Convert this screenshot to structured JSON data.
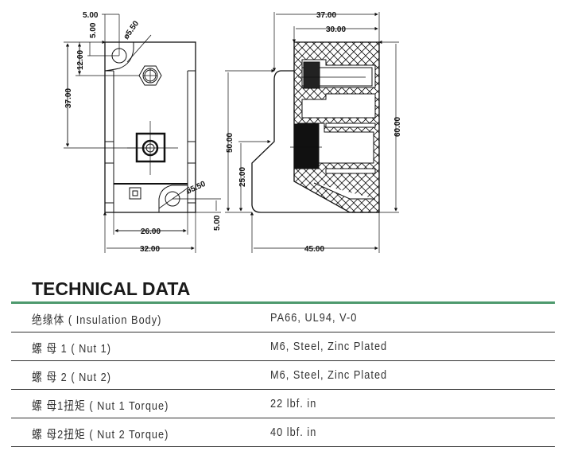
{
  "drawing": {
    "front_view": {
      "dim_top_offset": "5.00",
      "dim_top_vertical": "5.00",
      "dim_hole_top": "ø5.50",
      "dim_nut_height": "12.00",
      "dim_center_height": "37.00",
      "dim_hole_bottom": "ø5.50",
      "dim_bottom_offset": "5.00",
      "dim_inner_width": "26.00",
      "dim_outer_width": "32.00"
    },
    "side_view": {
      "dim_top_width": "37.00",
      "dim_section_width": "30.00",
      "dim_total_height": "60.00",
      "dim_body_height": "50.00",
      "dim_step_height": "25.00",
      "dim_base_width": "45.00"
    }
  },
  "technical_data": {
    "title": "TECHNICAL DATA",
    "accent_color": "#4e9a6e",
    "rows": [
      {
        "label": "绝缘体 ( Insulation Body)",
        "value": "PA66, UL94, V-0"
      },
      {
        "label": "螺 母 1 ( Nut 1)",
        "value": "M6, Steel, Zinc Plated"
      },
      {
        "label": "螺 母 2 ( Nut 2)",
        "value": "M6, Steel, Zinc Plated"
      },
      {
        "label": "螺 母1扭矩 ( Nut 1 Torque)",
        "value": "22 lbf. in"
      },
      {
        "label": "螺 母2扭矩 ( Nut 2 Torque)",
        "value": "40 lbf. in"
      }
    ]
  }
}
